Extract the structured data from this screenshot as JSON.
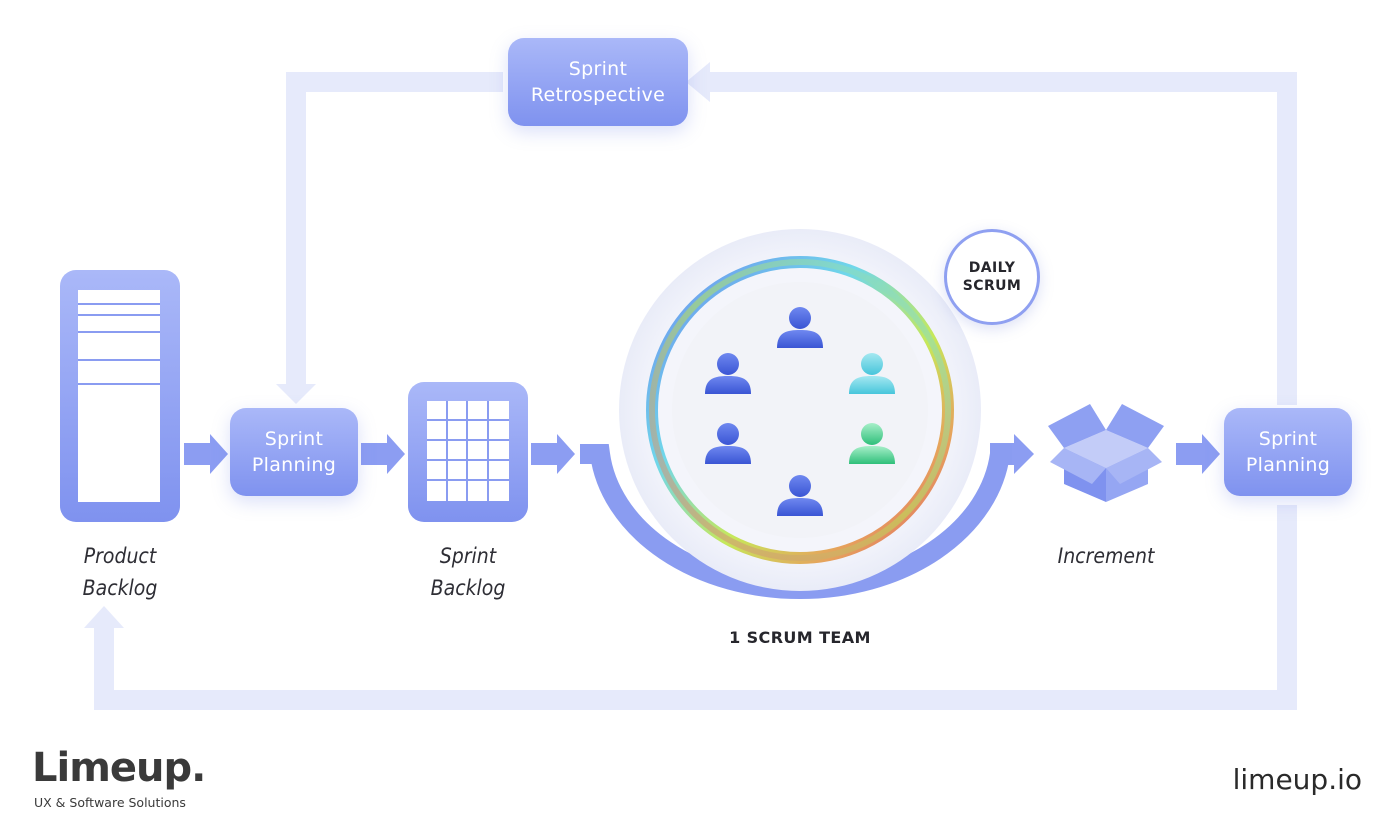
{
  "nodes": {
    "sprint_retrospective": {
      "line1": "Sprint",
      "line2": "Retrospective"
    },
    "sprint_planning_left": {
      "line1": "Sprint",
      "line2": "Planning"
    },
    "sprint_planning_right": {
      "line1": "Sprint",
      "line2": "Planning"
    }
  },
  "labels": {
    "product_backlog": {
      "line1": "Product",
      "line2": "Backlog"
    },
    "sprint_backlog": {
      "line1": "Sprint",
      "line2": "Backlog"
    },
    "increment": "Increment",
    "daily_scrum": {
      "line1": "DAILY",
      "line2": "SCRUM"
    },
    "scrum_team": "1 SCRUM TEAM"
  },
  "icons": {
    "product_backlog": "list-document-icon",
    "sprint_backlog": "grid-table-icon",
    "increment": "open-box-icon",
    "team_members": "person-icon"
  },
  "colors": {
    "primary": "#7f92ef",
    "primary_light": "#aab8f8",
    "loop_arrow": "#e6eafb",
    "member_blue": "#3f5fdb",
    "member_cyan": "#5ccde0",
    "member_green": "#3fcf8c"
  },
  "brand": {
    "logo": "Limeup.",
    "tagline": "UX & Software Solutions",
    "website": "limeup.io"
  }
}
